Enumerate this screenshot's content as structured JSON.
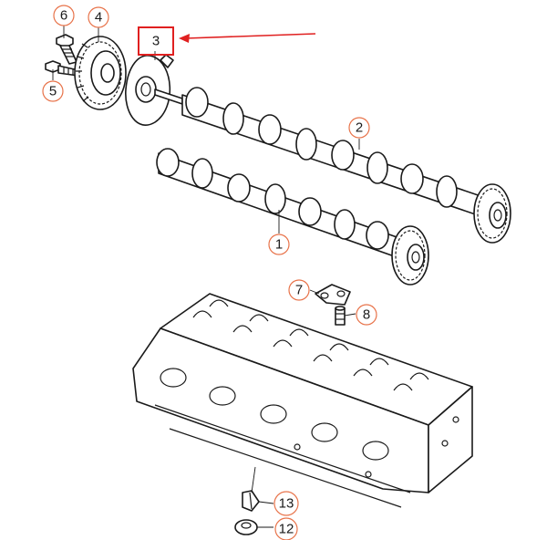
{
  "callouts": {
    "c1": "1",
    "c2": "2",
    "c3": "3",
    "c4": "4",
    "c5": "5",
    "c6": "6",
    "c7": "7",
    "c8": "8",
    "c12": "12",
    "c13": "13"
  },
  "colors": {
    "highlight": "#e02020",
    "callout_circle": "#e8734a",
    "line": "#1a1a1a"
  }
}
